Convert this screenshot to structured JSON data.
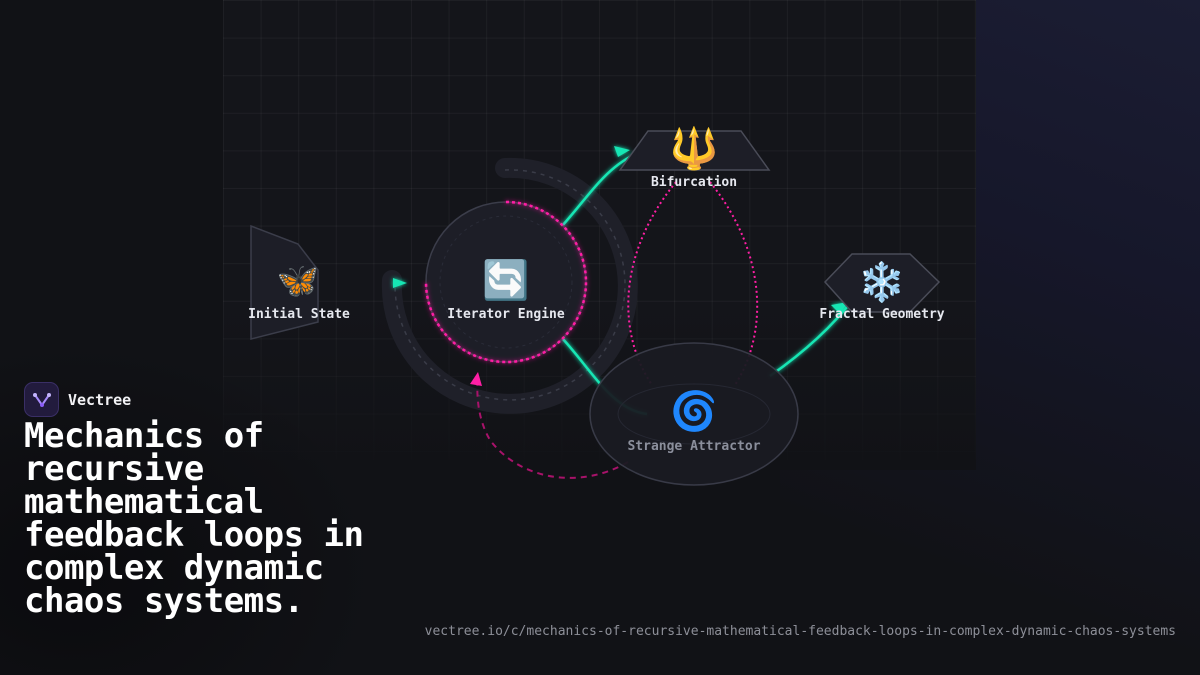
{
  "brand": {
    "name": "Vectree",
    "logo_icon": "vector-tree-icon",
    "accent": "#8b5cf6"
  },
  "headline": "Mechanics of recursive mathematical feedback loops in complex dynamic chaos systems.",
  "url": "vectree.io/c/mechanics-of-recursive-mathematical-feedback-loops-in-complex-dynamic-chaos-systems",
  "colors": {
    "flow": "#19e6b4",
    "feedback": "#ff1fa5",
    "node_fill": "#1d1e27",
    "node_stroke": "#3b3d4a"
  },
  "diagram": {
    "nodes": [
      {
        "id": "initial-state",
        "label": "Initial State",
        "icon": "butterfly-icon",
        "glyph": "🦋"
      },
      {
        "id": "iterator-engine",
        "label": "Iterator Engine",
        "icon": "refresh-arrows-icon",
        "glyph": "🔄"
      },
      {
        "id": "bifurcation",
        "label": "Bifurcation",
        "icon": "trident-icon",
        "glyph": "🔱"
      },
      {
        "id": "fractal-geometry",
        "label": "Fractal Geometry",
        "icon": "snowflake-icon",
        "glyph": "❄️"
      },
      {
        "id": "strange-attractor",
        "label": "Strange Attractor",
        "icon": "spiral-icon",
        "glyph": "🌀"
      }
    ],
    "edges": [
      {
        "from": "initial-state",
        "to": "iterator-engine",
        "style": "flow"
      },
      {
        "from": "iterator-engine",
        "to": "bifurcation",
        "style": "flow"
      },
      {
        "from": "iterator-engine",
        "to": "strange-attractor",
        "style": "flow"
      },
      {
        "from": "strange-attractor",
        "to": "fractal-geometry",
        "style": "flow"
      },
      {
        "from": "bifurcation",
        "to": "strange-attractor",
        "style": "feedback-dotted"
      },
      {
        "from": "strange-attractor",
        "to": "iterator-engine",
        "style": "feedback-dashed"
      }
    ]
  }
}
